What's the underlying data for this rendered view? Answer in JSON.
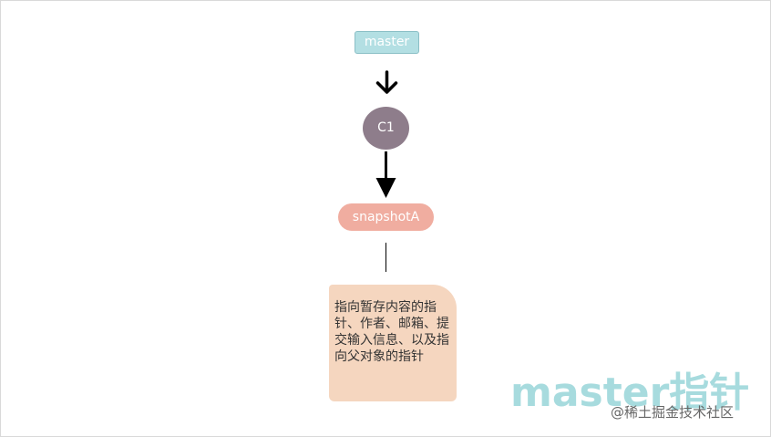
{
  "diagram": {
    "branch_label": "master",
    "commit_label": "C1",
    "snapshot_label": "snapshotA",
    "note_text": "指向暂存内容的指针、作者、邮箱、提交输入信息、以及指向父对象的指针"
  },
  "watermark": {
    "brand": "master指针",
    "credit": "@稀土掘金技术社区"
  },
  "colors": {
    "branch_fill": "#b3dfe3",
    "commit_fill": "#8e7d8b",
    "snapshot_fill": "#f0ada0",
    "note_fill": "#f5d6bf",
    "arrow": "#000000"
  },
  "icons": {
    "branch_to_commit": "arrow-down-icon",
    "commit_to_snapshot": "arrow-down-icon"
  }
}
